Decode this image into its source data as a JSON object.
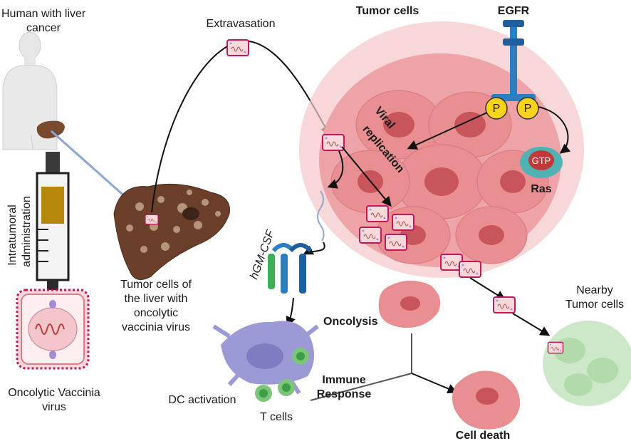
{
  "labels": {
    "human_line1": "Human with liver",
    "human_line2": "cancer",
    "extravasation": "Extravasation",
    "tumor_cells": "Tumor cells",
    "egfr": "EGFR",
    "viral": "Viral",
    "replication": "replication",
    "ras": "Ras",
    "gtp": "GTP",
    "p": "P",
    "intratumoral": "Intratumoral",
    "administration": "administration",
    "hgmcsf": "hGM-CSF",
    "liver_line1": "Tumor cells of",
    "liver_line2": "the liver with",
    "liver_line3": "oncolytic",
    "liver_line4": "vaccinia virus",
    "oncolysis": "Oncolysis",
    "nearby_line1": "Nearby",
    "nearby_line2": "Tumor cells",
    "immune_line1": "Immune",
    "immune_line2": "Response",
    "dc_activation": "DC activation",
    "t_cells": "T cells",
    "cell_death": "Cell death",
    "virus_line1": "Oncolytic Vaccinia",
    "virus_line2": "virus"
  },
  "colors": {
    "tumor": "#e98f92",
    "tumor_dark": "#c9555c",
    "liver": "#6b3f2a",
    "virus_fill": "#f7d9dc",
    "virus_border": "#c2185b",
    "dc": "#9c9ad6",
    "t_cell": "#7cc67c",
    "nearby": "#c8e6c3",
    "egfr": "#2a7fc4",
    "p_circle": "#f7d31b",
    "ras": "#4fb3b3",
    "gtp": "#c0393b"
  }
}
